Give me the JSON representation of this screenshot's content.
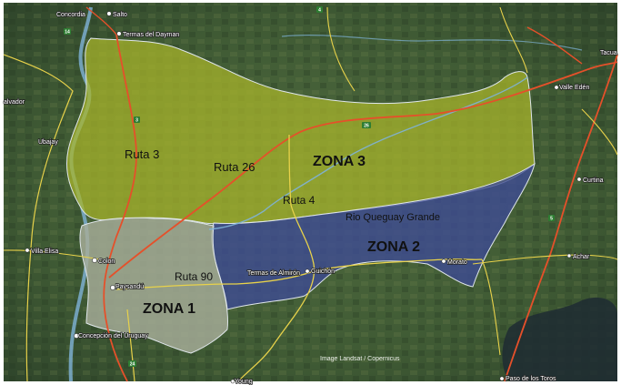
{
  "zones": [
    {
      "id": "zona-1",
      "label": "ZONA 1",
      "fill": "#a7ad9a"
    },
    {
      "id": "zona-2",
      "label": "ZONA 2",
      "fill": "#3e4a96"
    },
    {
      "id": "zona-3",
      "label": "ZONA 3",
      "fill": "#a9b62a"
    }
  ],
  "road_labels": {
    "ruta_3": "Ruta 3",
    "ruta_26": "Ruta 26",
    "ruta_4": "Ruta 4",
    "ruta_90": "Ruta 90"
  },
  "river_label": "Rio Queguay Grande",
  "places": {
    "concordia": "Concordia",
    "salto": "Salto",
    "termas_daymán": "Termas del Dayman",
    "tacuarembo": "Tacua",
    "salvador": "alvador",
    "ubajay": "Ubajay",
    "valle_eden": "Valle Edén",
    "curtina": "Curtina",
    "villa_elisa": "Villa Elisa",
    "colon": "Colon",
    "paysandu": "Paysandú",
    "termas_almiron": "Termas de Almirón",
    "guichon": "Guichón",
    "morato": "Morato",
    "achar": "Achar",
    "concepcion": "Concepción del Uruguay",
    "young": "Young",
    "paso_toros": "Paso de los Toros"
  },
  "road_numbers": {
    "r14": "14",
    "r4": "4",
    "r3": "3",
    "r26": "26",
    "r5": "5",
    "r24": "24"
  },
  "credit": "Image Landsat / Copernicus",
  "colors": {
    "terrain_dark": "#2f4a2c",
    "terrain_light": "#566f45",
    "river": "#7fb3d8",
    "national_route": "#e5502a",
    "secondary_road": "#e8d24a",
    "zone_border": "#dfe6ea"
  }
}
